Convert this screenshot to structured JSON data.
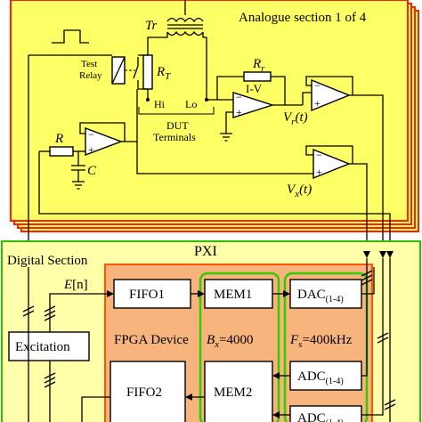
{
  "analogue": {
    "section_title": "Analogue section 1 of 4",
    "transformer_label": "Tr",
    "test_relay_line1": "Test",
    "test_relay_line2": "Relay",
    "rt_main": "R",
    "rt_sub": "T",
    "hi_label": "Hi",
    "lo_label": "Lo",
    "dut_line1": "DUT",
    "dut_line2": "Terminals",
    "rr_main": "R",
    "rr_sub": "r",
    "iv_label": "I-V",
    "vr_main": "V",
    "vr_sub": "r",
    "vr_arg": "(t)",
    "vx_main": "V",
    "vx_sub": "x",
    "vx_arg": "(t)",
    "r_label": "R",
    "c_label": "C",
    "opamp_plus": "+",
    "opamp_minus": "−"
  },
  "digital": {
    "section_title": "Digital Section",
    "pxi_label": "PXI",
    "en_main": "E",
    "en_arg": "[n]",
    "excitation_label": "Excitation",
    "fpga_label": "FPGA Device",
    "bx_main": "B",
    "bx_sub": "x",
    "bx_value": "=4000",
    "fs_main": "F",
    "fs_sub": "s",
    "fs_value": "=400kHz",
    "fifo1": "FIFO1",
    "fifo2": "FIFO2",
    "mem1": "MEM1",
    "mem2": "MEM2",
    "dac_main": "DAC",
    "dac_sub": "(1-4)",
    "adc_main": "ADC",
    "adc_sub": "(1-4)"
  },
  "colors": {
    "analogue_fill": "#ffff66",
    "analogue_border": "#ff2200",
    "digital_fill": "#ffffaa",
    "digital_border": "#33bb00",
    "fpga_fill": "#f7b47c",
    "fpga_border": "#ff5500",
    "mem_border": "#33cc00"
  }
}
